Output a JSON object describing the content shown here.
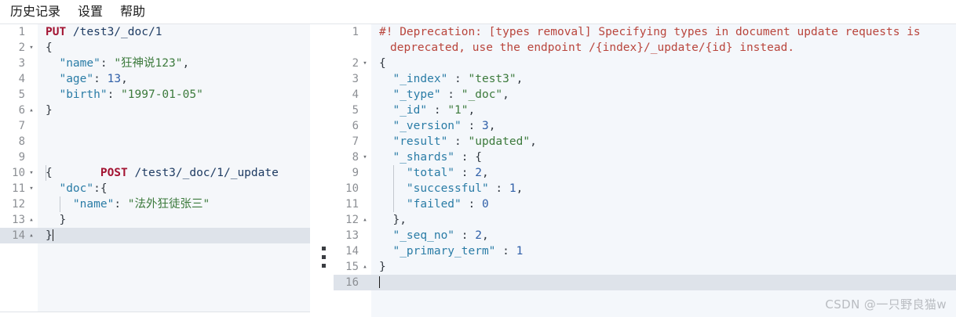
{
  "menubar": {
    "items": [
      {
        "label": "历史记录",
        "name": "menu-history"
      },
      {
        "label": "设置",
        "name": "menu-settings"
      },
      {
        "label": "帮助",
        "name": "menu-help"
      }
    ]
  },
  "left_editor": {
    "name": "request-console",
    "active_line": 14,
    "lines": [
      {
        "n": "1",
        "fold": "",
        "method": "PUT",
        "url": " /test3/_doc/1"
      },
      {
        "n": "2",
        "fold": "▾",
        "text": "{"
      },
      {
        "n": "3",
        "fold": "",
        "key": "\"name\"",
        "sep": ": ",
        "value": "\"狂神说123\"",
        "tail": ","
      },
      {
        "n": "4",
        "fold": "",
        "key": "\"age\"",
        "sep": ": ",
        "num": "13",
        "tail": ","
      },
      {
        "n": "5",
        "fold": "",
        "key": "\"birth\"",
        "sep": ": ",
        "value": "\"1997-01-05\"",
        "tail": ""
      },
      {
        "n": "6",
        "fold": "▴",
        "text": "}"
      },
      {
        "n": "7",
        "fold": "",
        "text": ""
      },
      {
        "n": "8",
        "fold": "",
        "text": ""
      },
      {
        "n": "9",
        "fold": "",
        "method": "POST",
        "url": " /test3/_doc/1/_update"
      },
      {
        "n": "10",
        "fold": "▾",
        "text": "{"
      },
      {
        "n": "11",
        "fold": "▾",
        "key": "\"doc\"",
        "sep": ":{",
        "value": "",
        "tail": ""
      },
      {
        "n": "12",
        "fold": "",
        "key": "\"name\"",
        "sep": ": ",
        "value": "\"法外狂徒张三\"",
        "tail": ""
      },
      {
        "n": "13",
        "fold": "▴",
        "text": "}"
      },
      {
        "n": "14",
        "fold": "▴",
        "text": "}"
      }
    ],
    "actions": {
      "play": {
        "name": "run-request-button",
        "title": "play-icon"
      },
      "wrench": {
        "name": "copy-as-curl-button",
        "title": "wrench-icon"
      }
    }
  },
  "right_editor": {
    "name": "response-console",
    "active_line": 16,
    "lines": [
      {
        "n": "1",
        "fold": "",
        "warn": "#! Deprecation: [types removal] Specifying types in document update requests is"
      },
      {
        "n": "",
        "fold": "",
        "warn": "deprecated, use the endpoint /{index}/_update/{id} instead."
      },
      {
        "n": "2",
        "fold": "▾",
        "text": "{"
      },
      {
        "n": "3",
        "fold": "",
        "key": "\"_index\"",
        "sep": " : ",
        "value": "\"test3\"",
        "tail": ","
      },
      {
        "n": "4",
        "fold": "",
        "key": "\"_type\"",
        "sep": " : ",
        "value": "\"_doc\"",
        "tail": ","
      },
      {
        "n": "5",
        "fold": "",
        "key": "\"_id\"",
        "sep": " : ",
        "value": "\"1\"",
        "tail": ","
      },
      {
        "n": "6",
        "fold": "",
        "key": "\"_version\"",
        "sep": " : ",
        "num": "3",
        "tail": ","
      },
      {
        "n": "7",
        "fold": "",
        "key": "\"result\"",
        "sep": " : ",
        "value": "\"updated\"",
        "tail": ","
      },
      {
        "n": "8",
        "fold": "▾",
        "key": "\"_shards\"",
        "sep": " : {",
        "tail": ""
      },
      {
        "n": "9",
        "fold": "",
        "key": "\"total\"",
        "sep": " : ",
        "num": "2",
        "tail": ",",
        "indent": 2
      },
      {
        "n": "10",
        "fold": "",
        "key": "\"successful\"",
        "sep": " : ",
        "num": "1",
        "tail": ",",
        "indent": 2
      },
      {
        "n": "11",
        "fold": "",
        "key": "\"failed\"",
        "sep": " : ",
        "num": "0",
        "tail": "",
        "indent": 2
      },
      {
        "n": "12",
        "fold": "▴",
        "text": "},"
      },
      {
        "n": "13",
        "fold": "",
        "key": "\"_seq_no\"",
        "sep": " : ",
        "num": "2",
        "tail": ","
      },
      {
        "n": "14",
        "fold": "",
        "key": "\"_primary_term\"",
        "sep": " : ",
        "num": "1",
        "tail": ""
      },
      {
        "n": "15",
        "fold": "▴",
        "text": "}"
      },
      {
        "n": "16",
        "fold": "",
        "text": ""
      }
    ]
  },
  "splitter": {
    "name": "panel-splitter",
    "handle": "drag-handle"
  },
  "watermark": {
    "text": "CSDN @一只野良猫w"
  },
  "colors": {
    "method": "#a31432",
    "key": "#2a7ca6",
    "string": "#3c7a3c",
    "number": "#2f5fa8",
    "warning": "#b9453c",
    "gutter_text": "#8c8f94",
    "editor_bg": "#f5f7fa",
    "active_line": "#dee3ea",
    "watermark": "#b9bcc1"
  }
}
